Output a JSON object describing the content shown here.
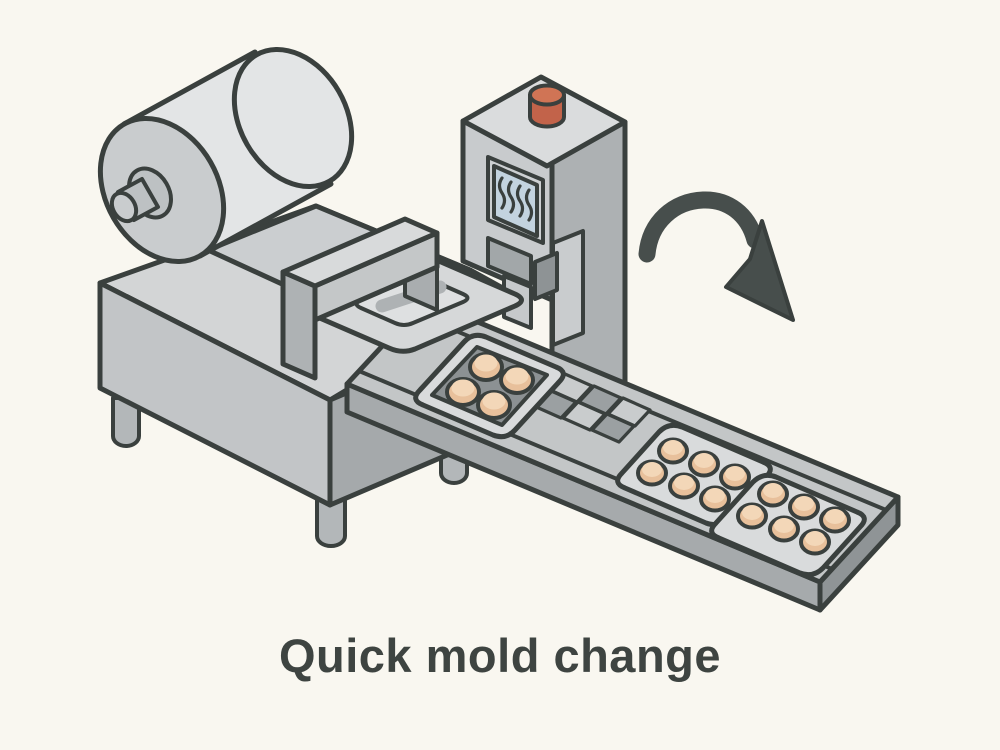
{
  "caption": {
    "text": "Quick mold change"
  },
  "palette": {
    "bg": "#F9F7F0",
    "outline": "#3A403E",
    "machine-top": "#D3D5D6",
    "machine-front": "#C2C5C7",
    "machine-side": "#A5A9AB",
    "leg": "#B3B7B9",
    "film-band": "#CBCED0",
    "roll-body": "#E3E5E6",
    "roll-face": "#C9CCCE",
    "hub": "#BDC1C3",
    "hub-tip": "#C9CCCE",
    "tower-front": "#C8CBCD",
    "tower-side": "#ADB1B3",
    "tower-top": "#DADCDD",
    "column": "#C9CCCE",
    "wedge": "#8E9395",
    "ram": "#A2A7A9",
    "piston": "#C6C9CB",
    "button-top": "#D07455",
    "button-body": "#C2634A",
    "bezel": "#CDD0D2",
    "screen": "#C3D3DF",
    "deck": "#D6D8D9",
    "slot": "#DEE0E1",
    "pill": "#AEB2B4",
    "beam-top": "#D8DADB",
    "beam-front": "#C4C7C8",
    "beam-end": "#AEB2B4",
    "beam-plate": "#A9ADAF",
    "conveyor-top": "#C3C6C7",
    "conveyor-side": "#A6AAAC",
    "conveyor-end": "#8F9496",
    "tray": "#D9DBDC",
    "tray-inset": "#8C9193",
    "tile-dark": "#9BA0A2",
    "tile-light": "#C9CCCD",
    "item": "#E8C09B",
    "item-highlight": "#F3D7B8",
    "arrow": "#474E4C",
    "caption": "#3E4441"
  },
  "scene": {
    "subject": "Isometric illustration of a blister packaging / thermoforming machine",
    "film_roll": {
      "part": "film roll with hub"
    },
    "press": {
      "button": "red round button on top",
      "screen_icon": "heat-waves",
      "wave_count": 4
    },
    "forming_station": {
      "part": "mold plate with elongated cavity"
    },
    "conveyor": {
      "trays": [
        {
          "items": 4
        },
        {
          "items": 6
        },
        {
          "items": 6
        }
      ],
      "segment_tiles": 6
    },
    "arrow": {
      "shape": "curved arrow pointing down-right"
    }
  }
}
